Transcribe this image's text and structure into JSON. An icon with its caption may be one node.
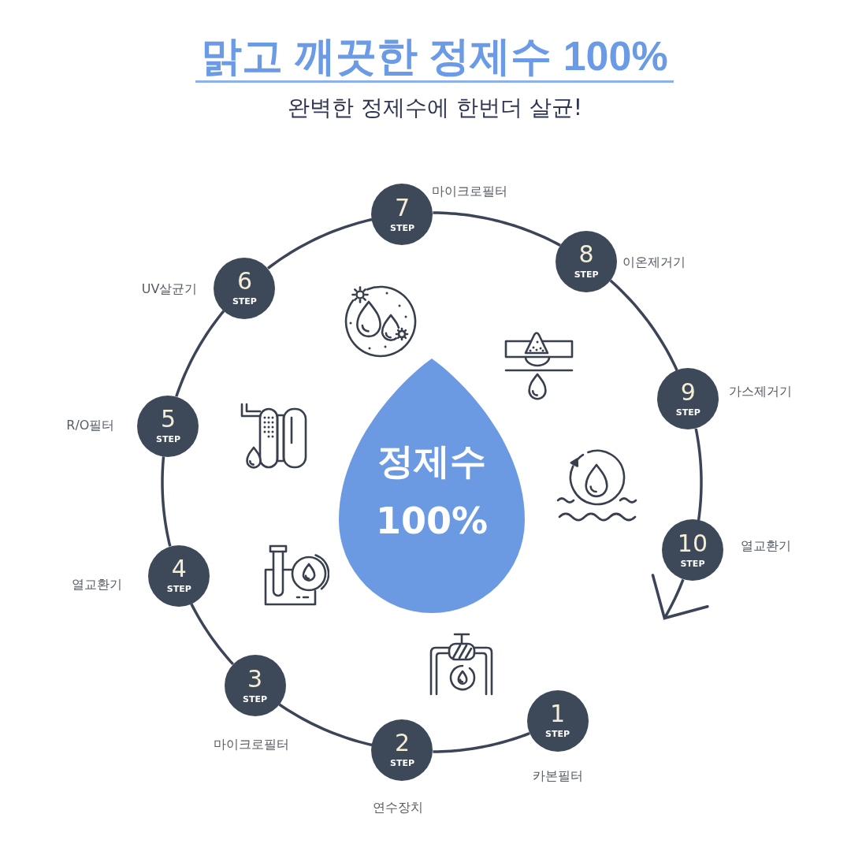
{
  "diagram": {
    "title": "맑고 깨끗한 정제수 100%",
    "nodes": [
      {
        "text": [
          "1",
          "STEP"
        ],
        "beside": [
          "카본필터"
        ]
      },
      {
        "text": [
          "2",
          "STEP"
        ],
        "beside": [
          "연수장치"
        ]
      },
      {
        "text": [
          "3",
          "STEP"
        ],
        "beside": [
          "마이크로필터"
        ]
      },
      {
        "text": [
          "4",
          "STEP"
        ],
        "beside": [
          "열교환기"
        ]
      },
      {
        "text": [
          "5",
          "STEP"
        ],
        "beside": [
          "R/O필터"
        ]
      },
      {
        "text": [
          "6",
          "STEP"
        ],
        "beside": [
          "UV살균기"
        ]
      },
      {
        "text": [
          "7",
          "STEP"
        ],
        "beside": [
          "마이크로필터"
        ]
      },
      {
        "text": [
          "8",
          "STEP"
        ],
        "beside": [
          "이온제거기"
        ]
      },
      {
        "text": [
          "9",
          "STEP"
        ],
        "beside": [
          "가스제거기"
        ]
      },
      {
        "text": [
          "10",
          "STEP"
        ],
        "beside": [
          "열교환기"
        ]
      },
      {
        "text": [
          "정제수 100%"
        ]
      }
    ],
    "edges": [
      {
        "from": 0,
        "to": 1,
        "arrow": "none"
      },
      {
        "from": 1,
        "to": 2,
        "arrow": "none"
      },
      {
        "from": 2,
        "to": 3,
        "arrow": "none"
      },
      {
        "from": 3,
        "to": 4,
        "arrow": "none"
      },
      {
        "from": 4,
        "to": 5,
        "arrow": "none"
      },
      {
        "from": 5,
        "to": 6,
        "arrow": "none"
      },
      {
        "from": 6,
        "to": 7,
        "arrow": "none"
      },
      {
        "from": 7,
        "to": 8,
        "arrow": "none"
      },
      {
        "from": 8,
        "to": 9,
        "arrow": "none"
      },
      {
        "from": 9,
        "to": null,
        "arrow": "to"
      }
    ],
    "labels": [
      "완벽한 정제수에 한번더 살균!"
    ]
  }
}
